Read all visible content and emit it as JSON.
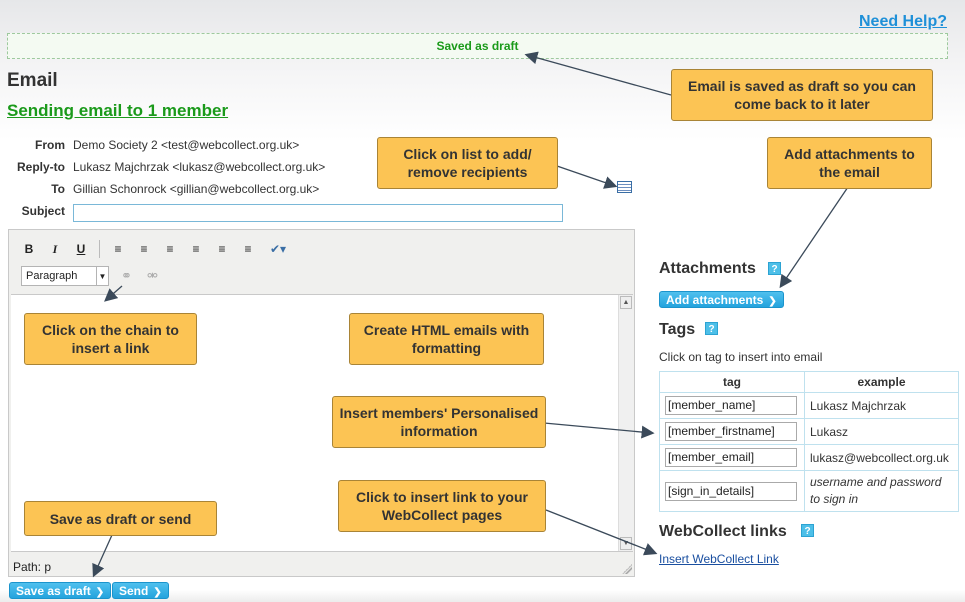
{
  "header": {
    "help_link": "Need Help?",
    "draft_status": "Saved as draft"
  },
  "page": {
    "title": "Email",
    "sending_to": "Sending email to 1 member"
  },
  "fields": {
    "from_label": "From",
    "from_value": "Demo Society 2 <test@webcollect.org.uk>",
    "reply_label": "Reply-to",
    "reply_value": "Lukasz Majchrzak <lukasz@webcollect.org.uk>",
    "to_label": "To",
    "to_value": "Gillian Schonrock <gillian@webcollect.org.uk>",
    "subject_label": "Subject",
    "subject_value": ""
  },
  "editor": {
    "toolbar": [
      "B",
      "I",
      "U"
    ],
    "format_value": "Paragraph",
    "path_label": "Path: p"
  },
  "actions": {
    "save_draft": "Save as draft",
    "send": "Send"
  },
  "attachments": {
    "heading": "Attachments",
    "button": "Add attachments",
    "help": "?"
  },
  "tags": {
    "heading": "Tags",
    "help": "?",
    "hint": "Click on tag to insert into email",
    "col_tag": "tag",
    "col_example": "example",
    "rows": [
      {
        "tag": "[member_name]",
        "example": "Lukasz Majchrzak"
      },
      {
        "tag": "[member_firstname]",
        "example": "Lukasz"
      },
      {
        "tag": "[member_email]",
        "example": "lukasz@webcollect.org.uk"
      },
      {
        "tag": "[sign_in_details]",
        "example": "username and password to sign in"
      }
    ]
  },
  "webcollect_links": {
    "heading": "WebCollect links",
    "help": "?",
    "link": "Insert WebCollect Link"
  },
  "callouts": {
    "draft": "Email is saved as draft so you can come back to it later",
    "recipients": "Click on list to add/ remove recipients",
    "attach": "Add attachments to the email",
    "chain": "Click on  the chain to insert a link",
    "html": "Create HTML emails with formatting",
    "personal": "Insert members' Personalised information",
    "save": "Save as draft or send",
    "wclinks": "Click to insert link to your WebCollect pages"
  },
  "colors": {
    "callout": "#fcc454",
    "button": "#24a3dd",
    "draft_text": "#1a9a1a",
    "help_link": "#1e90d8"
  }
}
